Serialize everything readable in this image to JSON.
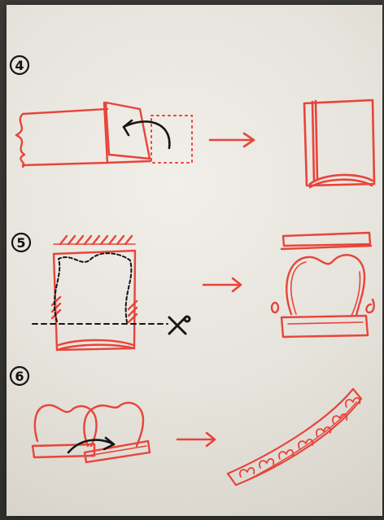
{
  "steps": [
    {
      "label": "4"
    },
    {
      "label": "5"
    },
    {
      "label": "6"
    }
  ],
  "colors": {
    "ink_red": "#e8443a",
    "ink_black": "#151515"
  },
  "icons": [
    "curved-arrow-icon",
    "right-arrow-icon",
    "scissors-icon"
  ]
}
